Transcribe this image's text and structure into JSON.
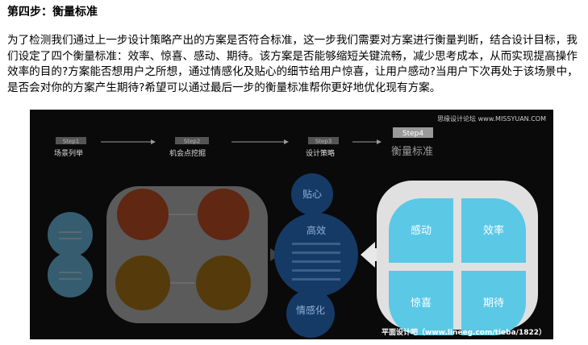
{
  "article": {
    "heading": "第四步：衡量标准",
    "paragraph": "为了检测我们通过上一步设计策略产出的方案是否符合标准，这一步我们需要对方案进行衡量判断，结合设计目标，我们设定了四个衡量标准：效率、惊喜、感动、期待。该方案是否能够缩短关键流畅，减少思考成本，从而实现提高操作效率的目的?方案能否想用户之所想，通过情感化及贴心的细节给用户惊喜，让用户感动?当用户下次再处于该场景中，是否会对你的方案产生期待?希望可以通过最后一步的衡量标准帮你更好地优化现有方案。"
  },
  "figure": {
    "watermark_top": "思缘设计论坛 www.MISSYUAN.COM",
    "watermark_bottom": "平面设计吧（www.lineeg.com/tieba/1822）",
    "steps": [
      {
        "tag": "Step1",
        "label": "场景列举"
      },
      {
        "tag": "Step2",
        "label": "机会点挖掘"
      },
      {
        "tag": "Step3",
        "label": "设计策略"
      },
      {
        "tag": "Step4",
        "label": "衡量标准"
      }
    ],
    "step3_circles": [
      "贴心",
      "高效",
      "情感化"
    ],
    "step4_petals": [
      "感动",
      "效率",
      "惊喜",
      "期待"
    ],
    "colors": {
      "background": "#0a0a0a",
      "petal": "#5bc8e6",
      "navy": "#163a66",
      "orange": "#c94a20",
      "amber": "#b07510",
      "light_blue": "#6bc3ea"
    }
  }
}
